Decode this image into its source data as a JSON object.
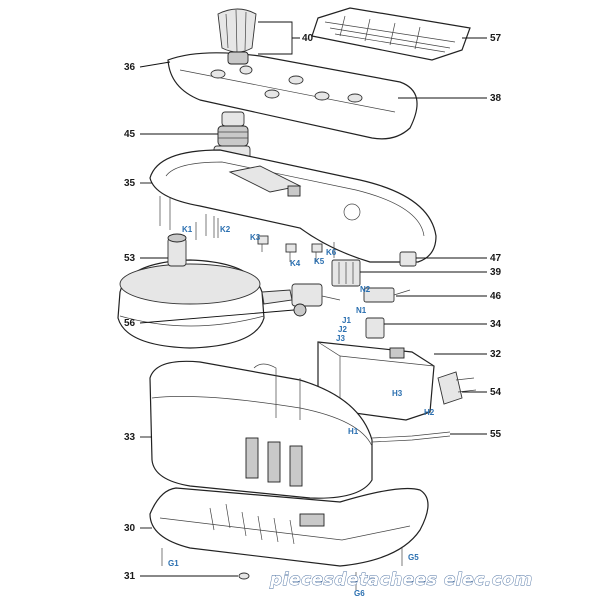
{
  "diagram": {
    "part_numbers": {
      "p57": "57",
      "p40": "40",
      "p36": "36",
      "p38": "38",
      "p45": "45",
      "p35": "35",
      "p47": "47",
      "p53": "53",
      "p39": "39",
      "p46": "46",
      "p56": "56",
      "p34": "34",
      "p32": "32",
      "p54": "54",
      "p33": "33",
      "p55": "55",
      "p30": "30",
      "p31": "31"
    },
    "connector_labels": {
      "k1": "K1",
      "k2": "K2",
      "k3": "K3",
      "k4": "K4",
      "k5": "K5",
      "k6": "K6",
      "n2": "N2",
      "n1": "N1",
      "j1": "J1",
      "j2": "J2",
      "j3": "J3",
      "h3": "H3",
      "h2": "H2",
      "h1": "H1",
      "g1": "G1",
      "g5": "G5",
      "g6": "G6"
    },
    "watermark": "piecesdetachees elec.com"
  }
}
